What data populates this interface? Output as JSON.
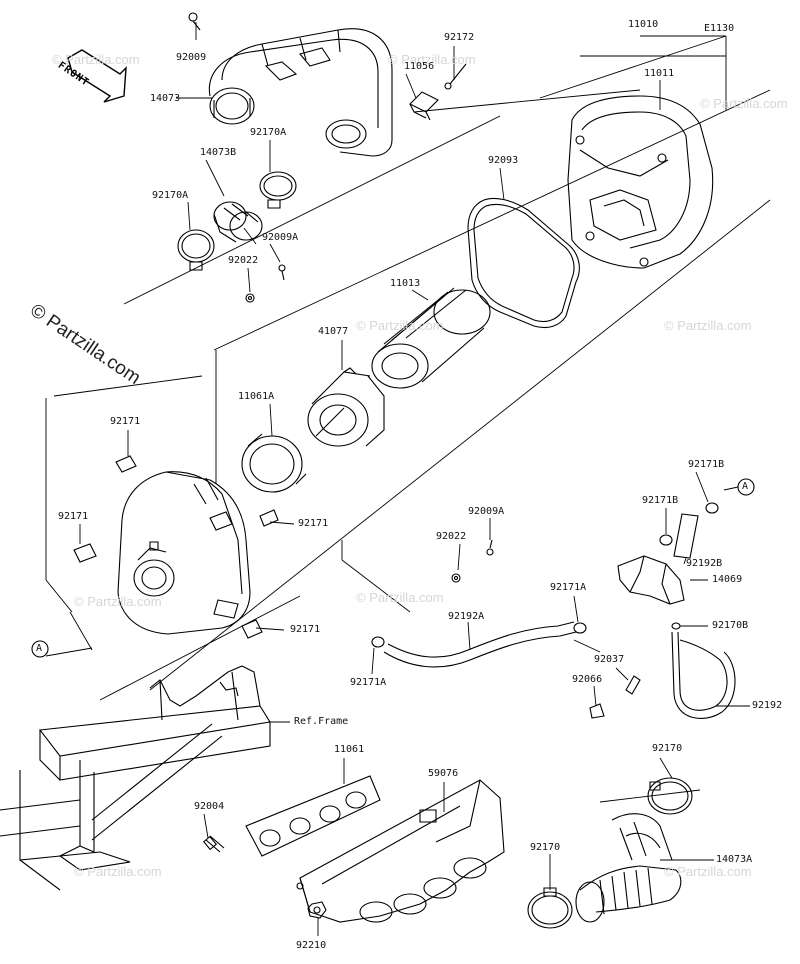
{
  "diagram_code": "E1130",
  "copyright": "© Partzilla.com",
  "watermark": "© Partzilla.com",
  "front_label": "FRONT",
  "ref_frame_label": "Ref.Frame",
  "callout_a": "A",
  "parts": {
    "p92009_top": "92009",
    "p14073": "14073",
    "p92172": "92172",
    "p11056": "11056",
    "p11010": "11010",
    "p11011": "11011",
    "p92170A_1": "92170A",
    "p14073B": "14073B",
    "p92170A_2": "92170A",
    "p92009A_1": "92009A",
    "p92022_1": "92022",
    "p92093": "92093",
    "p11013": "11013",
    "p41077": "41077",
    "p11061A": "11061A",
    "p92171_1": "92171",
    "p92171_2": "92171",
    "p92171_3": "92171",
    "p92171_4": "92171",
    "p92009A_2": "92009A",
    "p92022_2": "92022",
    "p92171B_1": "92171B",
    "p92171B_2": "92171B",
    "p92192B": "92192B",
    "p14069": "14069",
    "p92171A_1": "92171A",
    "p92192A": "92192A",
    "p92170B": "92170B",
    "p92037": "92037",
    "p92066": "92066",
    "p92192": "92192",
    "p92171A_2": "92171A",
    "p11061": "11061",
    "p59076": "59076",
    "p92004": "92004",
    "p92170_1": "92170",
    "p92170_2": "92170",
    "p14073A": "14073A",
    "p92210": "92210"
  }
}
